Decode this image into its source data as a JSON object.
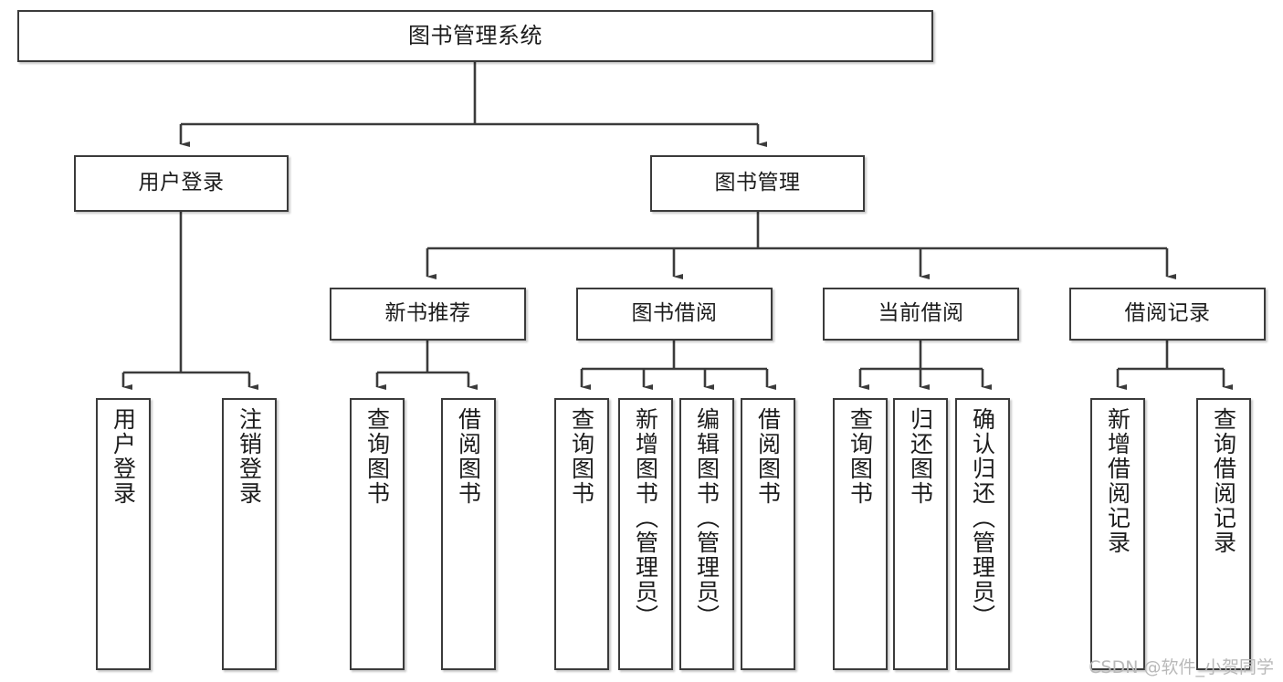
{
  "diagram": {
    "title": "图书管理系统",
    "type": "tree-hierarchy",
    "watermark": "CSDN @软件_小贺同学",
    "colors": {
      "stroke": "#3b3b3b",
      "fill": "#ffffff",
      "text": "#1c1c1c",
      "watermark": "#b9b9b9"
    },
    "root": {
      "label": "图书管理系统"
    },
    "level2": [
      {
        "label": "用户登录"
      },
      {
        "label": "图书管理"
      }
    ],
    "level3": [
      {
        "label": "新书推荐"
      },
      {
        "label": "图书借阅"
      },
      {
        "label": "当前借阅"
      },
      {
        "label": "借阅记录"
      }
    ],
    "leaves": {
      "user_login": [
        {
          "label": "用户登录"
        },
        {
          "label": "注销登录"
        }
      ],
      "new_book_recommend": [
        {
          "label": "查询图书"
        },
        {
          "label": "借阅图书"
        }
      ],
      "book_borrow": [
        {
          "label": "查询图书"
        },
        {
          "label": "新增图书（管理员）"
        },
        {
          "label": "编辑图书（管理员）"
        },
        {
          "label": "借阅图书"
        }
      ],
      "current_borrow": [
        {
          "label": "查询图书"
        },
        {
          "label": "归还图书"
        },
        {
          "label": "确认归还（管理员）"
        }
      ],
      "borrow_record": [
        {
          "label": "新增借阅记录"
        },
        {
          "label": "查询借阅记录"
        }
      ]
    }
  }
}
